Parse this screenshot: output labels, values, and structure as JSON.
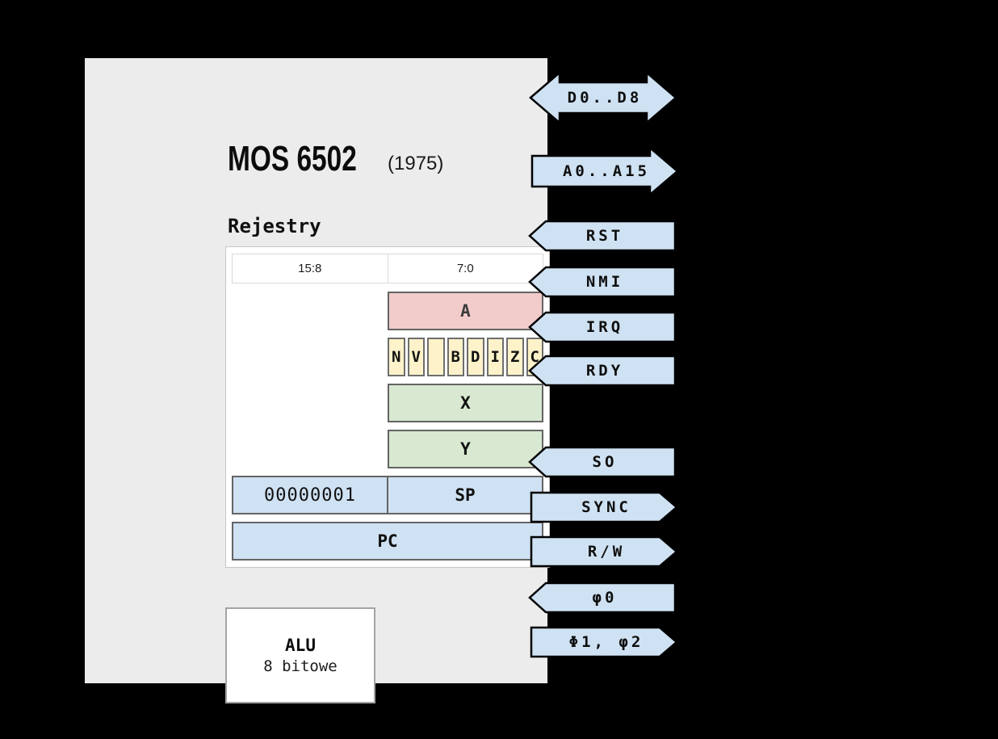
{
  "header": {
    "title": "MOS 6502",
    "year": "(1975)"
  },
  "sections": {
    "registers_heading": "Rejestry"
  },
  "register_table": {
    "columns": [
      "15:8",
      "7:0"
    ],
    "accumulator_label": "A",
    "status_flags": [
      "N",
      "V",
      "",
      "B",
      "D",
      "I",
      "Z",
      "C"
    ],
    "x_label": "X",
    "y_label": "Y",
    "sp_high_byte": "00000001",
    "sp_label": "SP",
    "pc_label": "PC"
  },
  "alu": {
    "label": "ALU",
    "subtitle": "8 bitowe"
  },
  "pins": [
    {
      "label": "D0..D8",
      "direction": "bidirectional"
    },
    {
      "label": "A0..A15",
      "direction": "out"
    },
    {
      "label": "RST",
      "direction": "in"
    },
    {
      "label": "NMI",
      "direction": "in"
    },
    {
      "label": "IRQ",
      "direction": "in"
    },
    {
      "label": "RDY",
      "direction": "in"
    },
    {
      "label": "SO",
      "direction": "in"
    },
    {
      "label": "SYNC",
      "direction": "out"
    },
    {
      "label": "R/W",
      "direction": "out"
    },
    {
      "label": "φ0",
      "direction": "in"
    },
    {
      "label": "Φ1, φ2",
      "direction": "out"
    }
  ],
  "colors": {
    "background": "#000000",
    "card": "#ececec",
    "arrow_fill": "#cfe2f3",
    "register_blue": "#cfe2f3",
    "accumulator_pink": "#f2cbcb",
    "flags_yellow": "#fdf2c9",
    "index_green": "#d8e8d1",
    "cell_border": "#646464"
  }
}
